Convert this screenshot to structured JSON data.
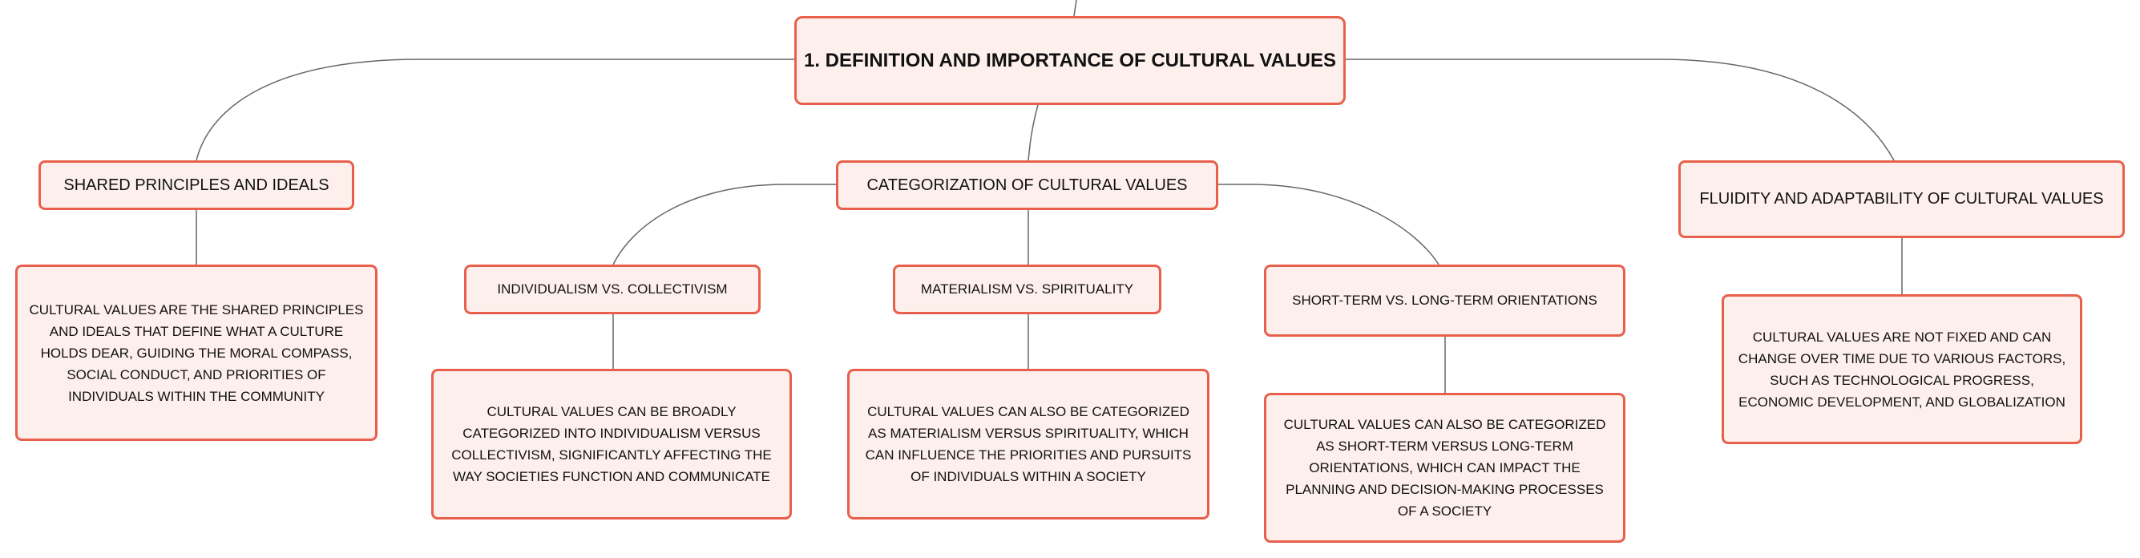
{
  "colors": {
    "node_fill": "#fdf0ec",
    "node_border": "#e8604c",
    "connector": "#666666",
    "text": "#111111"
  },
  "root": {
    "label": "1. DEFINITION AND IMPORTANCE OF CULTURAL VALUES"
  },
  "branches": [
    {
      "label": "SHARED PRINCIPLES AND IDEALS",
      "description": "CULTURAL VALUES ARE THE SHARED PRINCIPLES AND IDEALS THAT DEFINE WHAT A CULTURE HOLDS DEAR, GUIDING THE MORAL COMPASS, SOCIAL CONDUCT, AND PRIORITIES OF INDIVIDUALS WITHIN THE COMMUNITY"
    },
    {
      "label": "CATEGORIZATION OF CULTURAL VALUES",
      "children": [
        {
          "label": "INDIVIDUALISM VS. COLLECTIVISM",
          "description": "CULTURAL VALUES CAN BE BROADLY CATEGORIZED INTO INDIVIDUALISM VERSUS COLLECTIVISM, SIGNIFICANTLY AFFECTING THE WAY SOCIETIES FUNCTION AND COMMUNICATE"
        },
        {
          "label": "MATERIALISM VS. SPIRITUALITY",
          "description": "CULTURAL VALUES CAN ALSO BE CATEGORIZED AS MATERIALISM VERSUS SPIRITUALITY, WHICH CAN INFLUENCE THE PRIORITIES AND PURSUITS OF INDIVIDUALS WITHIN A SOCIETY"
        },
        {
          "label": "SHORT-TERM VS. LONG-TERM ORIENTATIONS",
          "description": "CULTURAL VALUES CAN ALSO BE CATEGORIZED AS SHORT-TERM VERSUS LONG-TERM ORIENTATIONS, WHICH CAN IMPACT THE PLANNING AND DECISION-MAKING PROCESSES OF A SOCIETY"
        }
      ]
    },
    {
      "label": "FLUIDITY AND ADAPTABILITY OF CULTURAL VALUES",
      "description": "CULTURAL VALUES ARE NOT FIXED AND CAN CHANGE OVER TIME DUE TO VARIOUS FACTORS, SUCH AS TECHNOLOGICAL PROGRESS, ECONOMIC DEVELOPMENT, AND GLOBALIZATION"
    }
  ]
}
